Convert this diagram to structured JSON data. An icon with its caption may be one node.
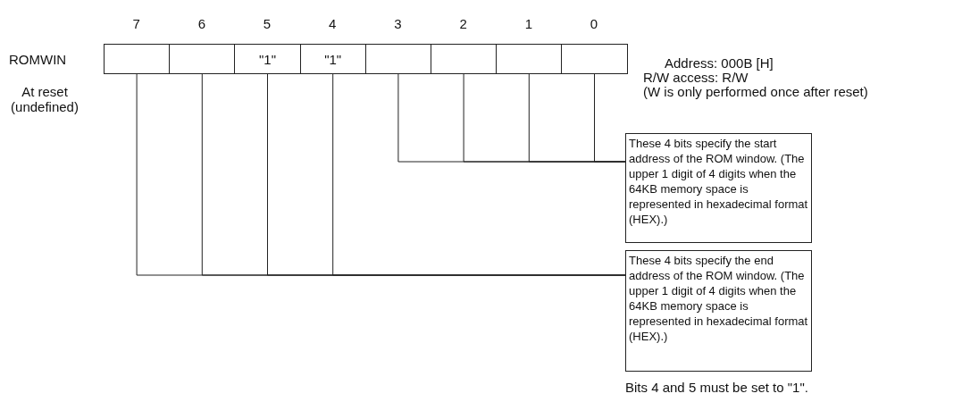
{
  "diagram": {
    "nodes": [
      {
        "text": [],
        "shape": "box"
      },
      {
        "text": [],
        "shape": "box"
      },
      {
        "text": [
          "\"1\""
        ]
      },
      {
        "text": [
          "\"1\""
        ]
      },
      {
        "text": [],
        "shape": "box"
      },
      {
        "text": [],
        "shape": "box"
      },
      {
        "text": [],
        "shape": "box"
      },
      {
        "text": [],
        "shape": "box"
      },
      {
        "text": [
          "These 4 bits specify the start address of the ROM window. (The upper 1 digit of 4 digits when the 64KB memory space is represented in hexadecimal format (HEX).)"
        ]
      },
      {
        "text": [
          "These 4 bits specify the end address of the ROM window. (The upper 1 digit of 4 digits when the 64KB memory space is represented in hexadecimal format (HEX).)"
        ]
      }
    ],
    "edges": [
      {
        "from": 4,
        "to": 8,
        "arrow": "none"
      },
      {
        "from": 5,
        "to": 8,
        "arrow": "none"
      },
      {
        "from": 6,
        "to": 8,
        "arrow": "none"
      },
      {
        "from": 7,
        "to": 8,
        "arrow": "none"
      },
      {
        "from": 0,
        "to": 9,
        "arrow": "none"
      },
      {
        "from": 1,
        "to": 9,
        "arrow": "none"
      },
      {
        "from": 2,
        "to": 9,
        "arrow": "none"
      },
      {
        "from": 3,
        "to": 9,
        "arrow": "none"
      }
    ],
    "labels": [
      "7",
      "6",
      "5",
      "4",
      "3",
      "2",
      "1",
      "0",
      "ROMWIN",
      "Address: 000B [H]",
      "R/W access: R/W",
      "(W is only performed once after reset)",
      "At reset (undefined)",
      "Bits 4 and 5 must be set to \"1\"."
    ]
  }
}
